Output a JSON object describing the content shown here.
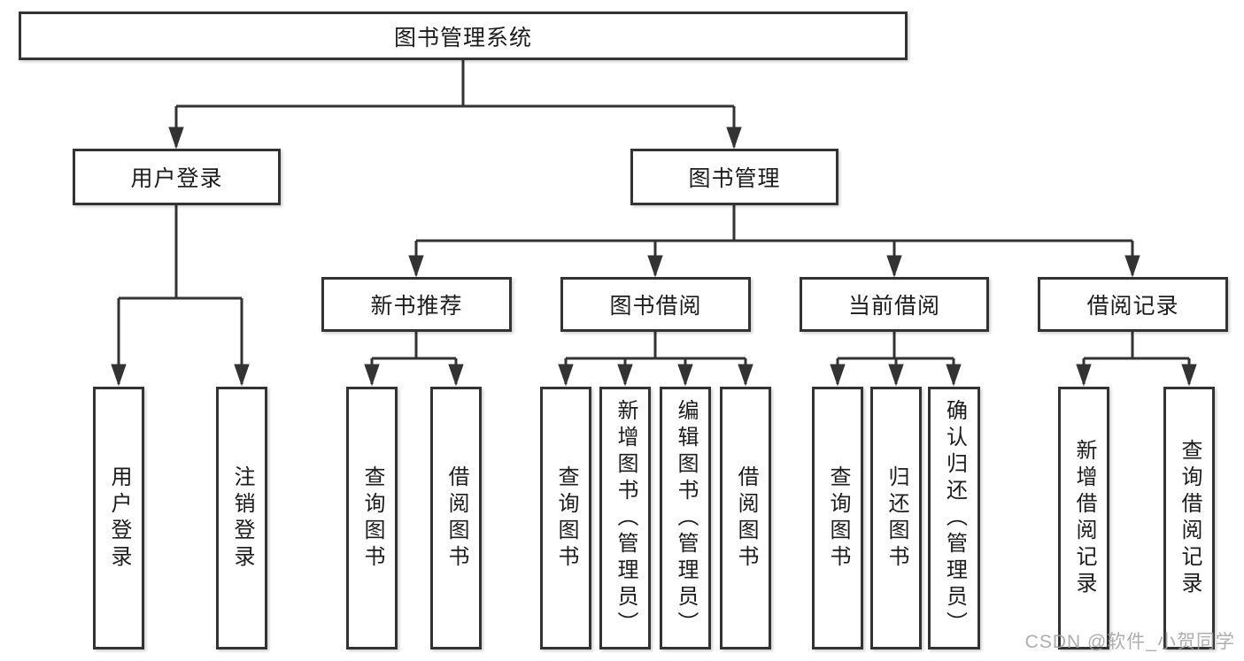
{
  "diagram": {
    "type": "hierarchy-tree",
    "colors": {
      "line": "#333333",
      "box_border": "#333333",
      "box_fill": "#ffffff",
      "text": "#1c1c1c",
      "watermark": "#a0a0a0"
    }
  },
  "tree": {
    "label": "图书管理系统",
    "children": [
      {
        "label": "用户登录",
        "children": [
          {
            "label": "用户登录"
          },
          {
            "label": "注销登录"
          }
        ]
      },
      {
        "label": "图书管理",
        "children": [
          {
            "label": "新书推荐",
            "children": [
              {
                "label": "查询图书"
              },
              {
                "label": "借阅图书"
              }
            ]
          },
          {
            "label": "图书借阅",
            "children": [
              {
                "label": "查询图书"
              },
              {
                "label": "新增图书（管理员）"
              },
              {
                "label": "编辑图书（管理员）"
              },
              {
                "label": "借阅图书"
              }
            ]
          },
          {
            "label": "当前借阅",
            "children": [
              {
                "label": "查询图书"
              },
              {
                "label": "归还图书"
              },
              {
                "label": "确认归还（管理员）"
              }
            ]
          },
          {
            "label": "借阅记录",
            "children": [
              {
                "label": "新增借阅记录"
              },
              {
                "label": "查询借阅记录"
              }
            ]
          }
        ]
      }
    ]
  },
  "watermark": {
    "text": "CSDN @软件_小贺同学"
  }
}
